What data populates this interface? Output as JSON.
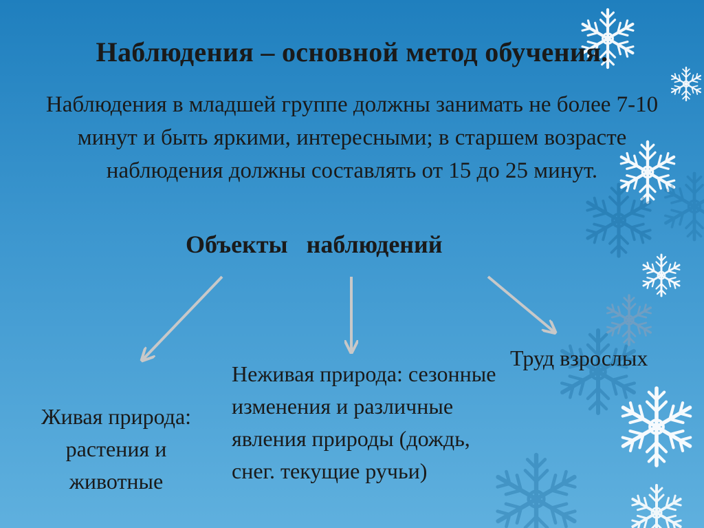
{
  "slide": {
    "title": "Наблюдения – основной метод обучения.",
    "intro": "Наблюдения в младшей группе должны занимать не более 7-10 минут и быть яркими, интересными; в старшем возрасте наблюдения должны составлять от 15 до 25 минут.",
    "objects_heading": "Объекты наблюдений",
    "branches": {
      "living": "Живая природа: растения и животные",
      "nonliving": "Неживая природа: сезонные изменения и различные явления природы (дождь, снег. текущие ручьи)",
      "labor": "Труд взрослых"
    }
  },
  "colors": {
    "background_top": "#1f7fbe",
    "background_bottom": "#5fb0de",
    "text": "#1a1a1a",
    "arrow": "#c8c8c8",
    "snowflake": "#ffffff"
  },
  "icons": [
    "snowflake-icon",
    "arrow-icon"
  ]
}
